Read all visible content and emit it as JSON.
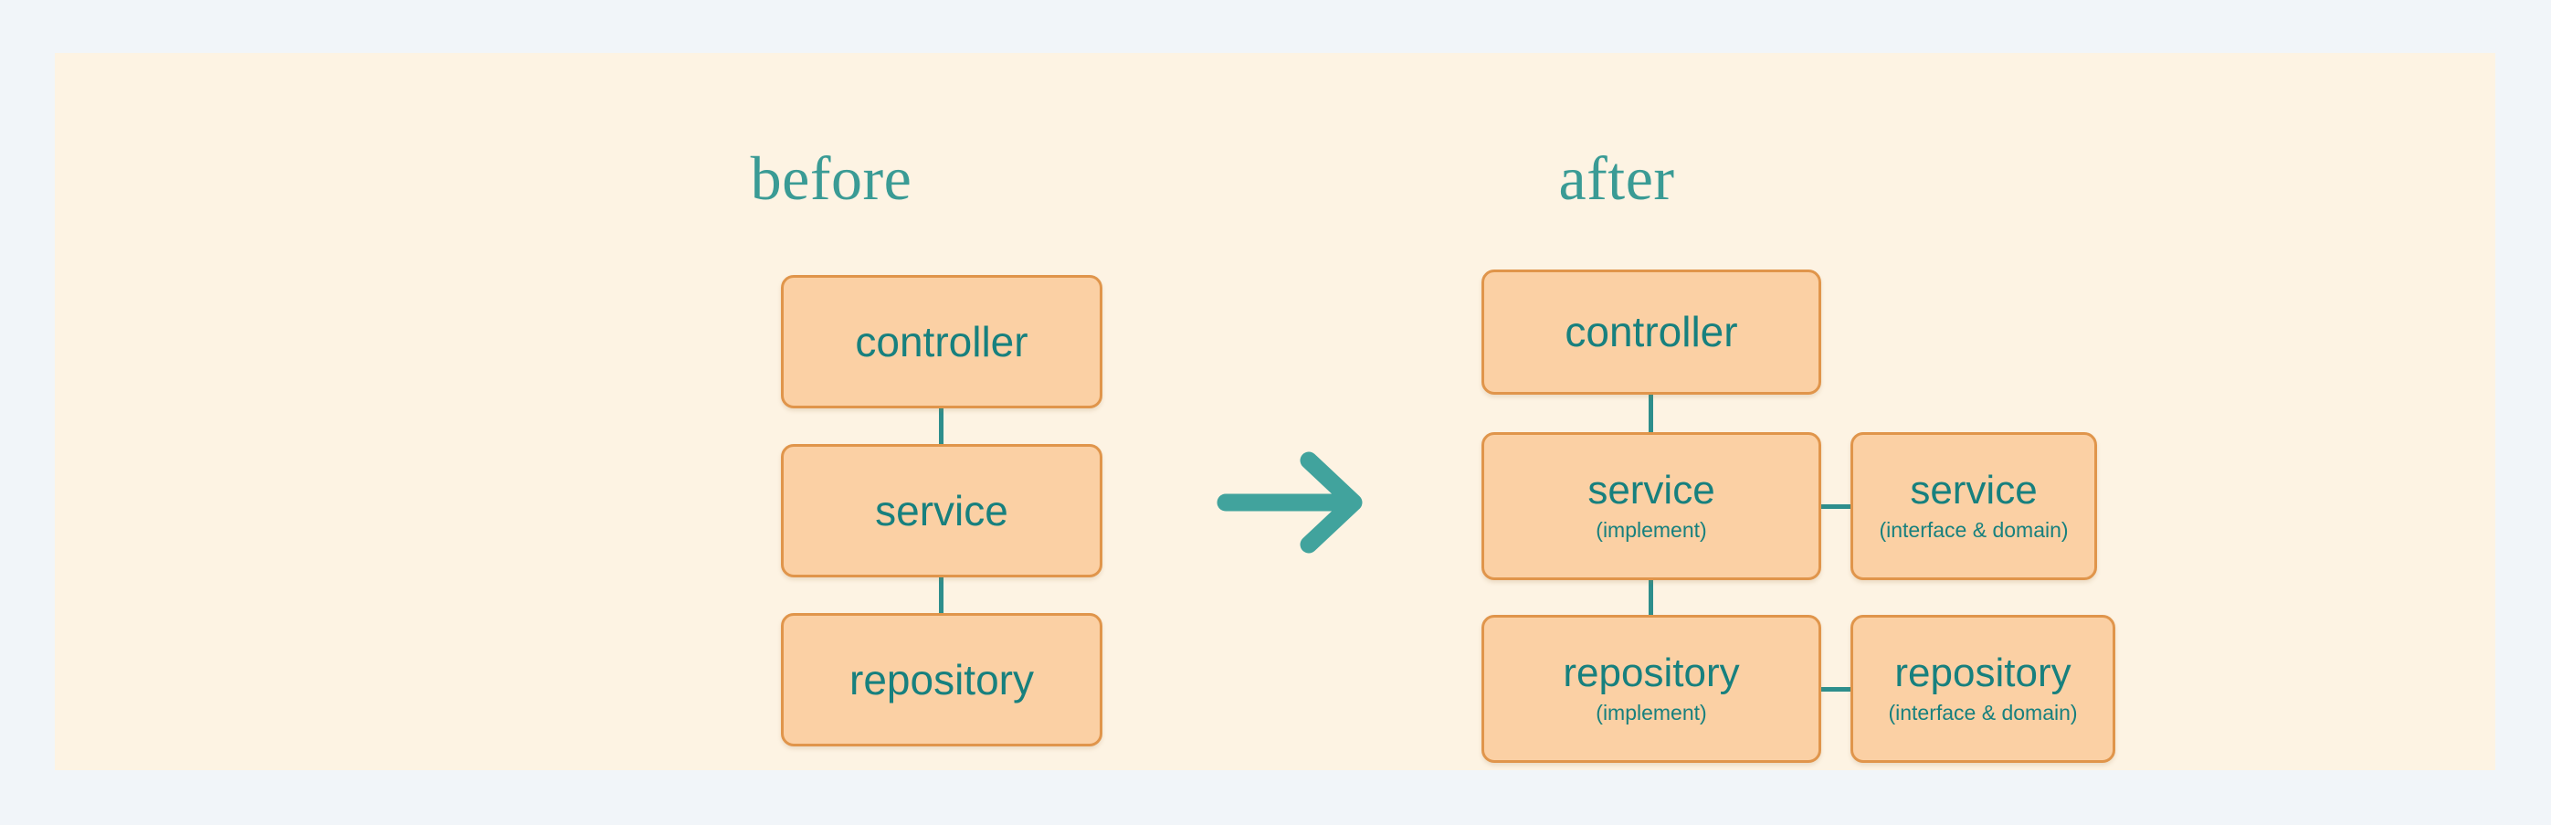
{
  "colors": {
    "page_background": "#f1f5f9",
    "canvas_background": "#fdf3e3",
    "box_fill": "#fbd0a4",
    "box_border": "#e0954b",
    "accent_teal": "#17807e",
    "connector_teal": "#2d8e8c",
    "heading_teal": "#3a9b95"
  },
  "headings": {
    "before": "before",
    "after": "after"
  },
  "transition_arrow": {
    "icon": "arrow-right-icon",
    "direction": "right"
  },
  "before_column": {
    "nodes": [
      {
        "title": "controller",
        "sub": ""
      },
      {
        "title": "service",
        "sub": ""
      },
      {
        "title": "repository",
        "sub": ""
      }
    ]
  },
  "after_column": {
    "nodes": [
      {
        "title": "controller",
        "sub": ""
      },
      {
        "title": "service",
        "sub": "(implement)"
      },
      {
        "title": "repository",
        "sub": "(implement)"
      },
      {
        "title": "service",
        "sub": "(interface & domain)"
      },
      {
        "title": "repository",
        "sub": "(interface & domain)"
      }
    ]
  },
  "diagram": {
    "type": "layered-architecture-comparison",
    "edges": [
      {
        "from": "before.controller",
        "to": "before.service",
        "orientation": "vertical"
      },
      {
        "from": "before.service",
        "to": "before.repository",
        "orientation": "vertical"
      },
      {
        "from": "after.controller",
        "to": "after.service-implement",
        "orientation": "vertical"
      },
      {
        "from": "after.service-implement",
        "to": "after.repository-implement",
        "orientation": "vertical"
      },
      {
        "from": "after.service-implement",
        "to": "after.service-interface",
        "orientation": "horizontal"
      },
      {
        "from": "after.repository-implement",
        "to": "after.repository-interface",
        "orientation": "horizontal"
      }
    ]
  }
}
